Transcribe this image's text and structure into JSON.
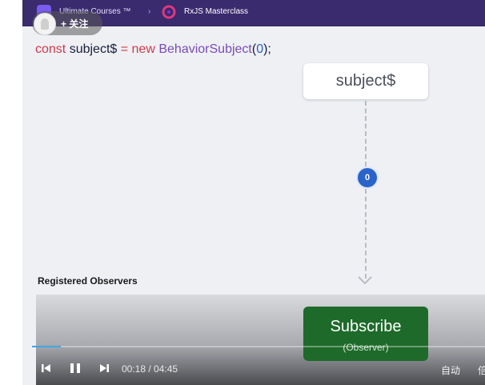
{
  "topbar": {
    "brand": "Ultimate Courses ™",
    "separator": "›",
    "course": "RxJS Masterclass",
    "colors": {
      "bar": "#3a2a6e",
      "logo": "#7a5cf0"
    }
  },
  "follow": {
    "label": "+ 关注"
  },
  "code": {
    "kw1": "const",
    "var": "subject$",
    "eq": " = ",
    "kw2": "new",
    "cls": "BehaviorSubject",
    "lparen": "(",
    "arg": "0",
    "rparen": ");"
  },
  "diagram": {
    "subject_label": "subject$",
    "emitted_value": "0",
    "section_title": "Registered Observers",
    "subscribe_title": "Subscribe",
    "subscribe_subtitle": "(Observer)"
  },
  "player": {
    "current_time": "00:18",
    "separator": " / ",
    "duration": "04:45",
    "progress": 0.063,
    "auto_label": "自动",
    "speed_label": "倍",
    "colors": {
      "progress": "#3fa7e6"
    }
  }
}
